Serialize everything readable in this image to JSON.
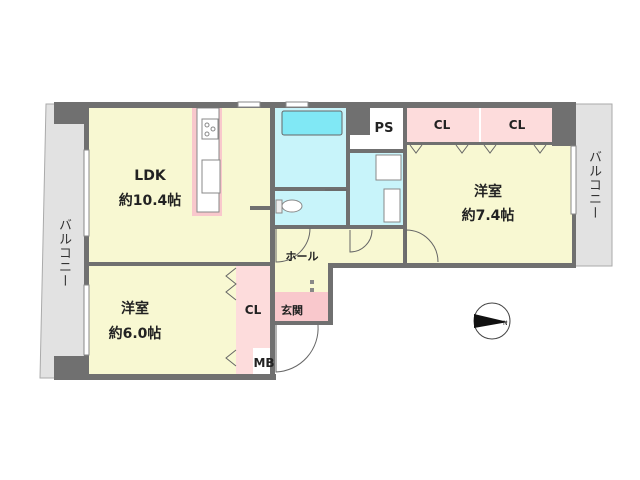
{
  "floorplan": {
    "rooms": {
      "ldk": {
        "name": "LDK",
        "size": "約10.4帖"
      },
      "western_room_1": {
        "name": "洋室",
        "size": "約6.0帖"
      },
      "western_room_2": {
        "name": "洋室",
        "size": "約7.4帖"
      },
      "closet_left": "CL",
      "closet_right_1": "CL",
      "closet_right_2": "CL",
      "meter_box": "MB",
      "pipe_space": "PS",
      "hall": "ホール",
      "entrance": "玄関",
      "balcony_left": "バルコニー",
      "balcony_right": "バルコニー"
    },
    "compass": "north-arrow-icon",
    "colors": {
      "wall": "#707070",
      "room_floor": "#f8f8d2",
      "closet": "#fddcdc",
      "wet_area": "#c8f4fa",
      "balcony": "#e2e2e2",
      "entrance": "#f9c8cc"
    }
  }
}
